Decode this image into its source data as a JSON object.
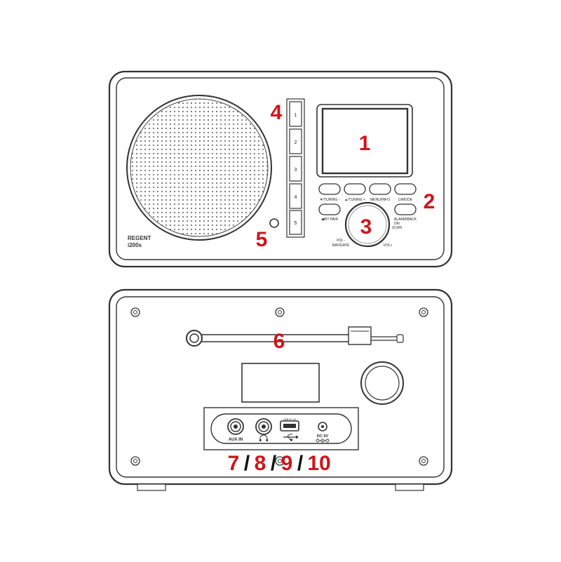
{
  "brand": {
    "name": "REGENT",
    "model": "i200s"
  },
  "callouts": {
    "c1": "1",
    "c2": "2",
    "c3": "3",
    "c4": "4",
    "c5": "5",
    "c6": "6",
    "c7": "7",
    "c8": "8",
    "c9": "9",
    "c10": "10",
    "slash": "/"
  },
  "preset_buttons": [
    "1",
    "2",
    "3",
    "4",
    "5"
  ],
  "front_button_labels": {
    "b1": "▼/TUNING -",
    "b2": "▲/TUNING +",
    "b3": "MENU/INFO",
    "b4": "⏻/MODE",
    "b5": "◀/BT PAIR",
    "b6": "ALARM/BACK"
  },
  "knob_labels": {
    "vol_minus": "VOL -",
    "navigate": "NAVIGATE",
    "vol_plus": "VOL+",
    "ok": "OK/",
    "scan": "SCAN"
  },
  "rear_labels": {
    "aux_in": "AUX IN",
    "usb_label": "USB 5V 1A",
    "dc_in": "DC 5V"
  },
  "colors": {
    "callout": "#d0141b",
    "line": "#333333"
  }
}
